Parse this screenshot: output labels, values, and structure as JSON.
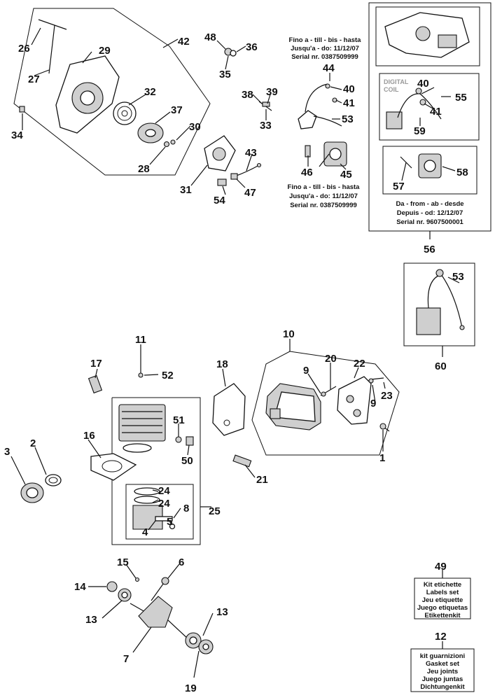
{
  "callouts": {
    "c1": "1",
    "c2": "2",
    "c3": "3",
    "c4": "4",
    "c5": "5",
    "c6": "6",
    "c7": "7",
    "c8": "8",
    "c9a": "9",
    "c9b": "9",
    "c10": "10",
    "c11": "11",
    "c12": "12",
    "c13a": "13",
    "c13b": "13",
    "c14": "14",
    "c15": "15",
    "c16": "16",
    "c17": "17",
    "c18": "18",
    "c19": "19",
    "c20": "20",
    "c21": "21",
    "c22": "22",
    "c23": "23",
    "c24a": "24",
    "c24b": "24",
    "c25": "25",
    "c26": "26",
    "c27": "27",
    "c28": "28",
    "c29": "29",
    "c30": "30",
    "c31": "31",
    "c32": "32",
    "c33": "33",
    "c34": "34",
    "c35": "35",
    "c36": "36",
    "c37": "37",
    "c38": "38",
    "c39": "39",
    "c40a": "40",
    "c40b": "40",
    "c41a": "41",
    "c41b": "41",
    "c42": "42",
    "c43": "43",
    "c44": "44",
    "c45": "45",
    "c46": "46",
    "c47": "47",
    "c48": "48",
    "c49": "49",
    "c50": "50",
    "c51": "51",
    "c52": "52",
    "c53a": "53",
    "c53b": "53",
    "c54": "54",
    "c55": "55",
    "c56": "56",
    "c57": "57",
    "c58": "58",
    "c59": "59",
    "c60": "60"
  },
  "notes": {
    "until_top": [
      "Fino a - till - bis - hasta",
      "Jusqu'a - do: 11/12/07",
      "Serial nr. 0387509999"
    ],
    "until_bottom": [
      "Fino a - till - bis - hasta",
      "Jusqu'a - do: 11/12/07",
      "Serial nr. 0387509999"
    ],
    "from": [
      "Da - from - ab - desde",
      "Depuis - od: 12/12/07",
      "Serial nr. 9607500001"
    ],
    "digital_coil": [
      "DIGITAL",
      "COIL"
    ]
  },
  "kits": {
    "labels": [
      "Kit etichette",
      "Labels set",
      "Jeu etiquette",
      "Juego etiquetas",
      "Etikettenkit"
    ],
    "gaskets": [
      "kit guarnizioni",
      "Gasket set",
      "Jeu  joints",
      "Juego juntas",
      "Dichtungenkit"
    ]
  }
}
